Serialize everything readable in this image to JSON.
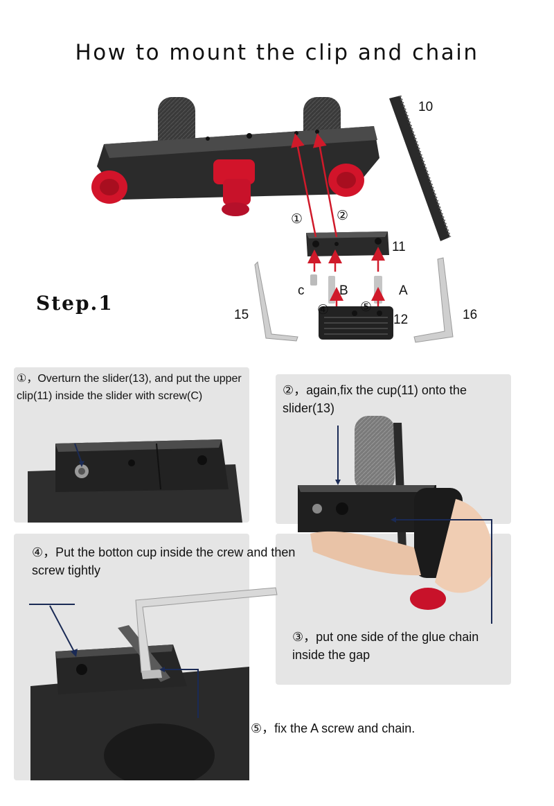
{
  "title": "How to mount the clip and chain",
  "step_label": "Step.1",
  "part_labels": {
    "p10": "10",
    "p11": "11",
    "p12": "12",
    "p15": "15",
    "p16": "16",
    "screw_a": "A",
    "screw_b": "B",
    "screw_c": "c",
    "arrow_1": "①",
    "arrow_2": "②",
    "arrow_4": "④",
    "arrow_5": "⑤"
  },
  "instructions": {
    "i1": "①，Overturn the slider(13), and put the upper clip(11) inside the slider with screw(C)",
    "i2": "②，again,fix the cup(11) onto the slider(13)",
    "i3": "③，put one side of the glue chain inside the gap",
    "i4": "④，Put the botton cup inside the crew and then screw tightly",
    "i5": "⑤，fix the A screw and chain."
  },
  "colors": {
    "panel": "#e5e5e5",
    "arrow_red": "#d01a2a",
    "knob_red": "#d2142a",
    "metal_dark": "#2a2a2a",
    "carbon": "#3c3c3c"
  }
}
